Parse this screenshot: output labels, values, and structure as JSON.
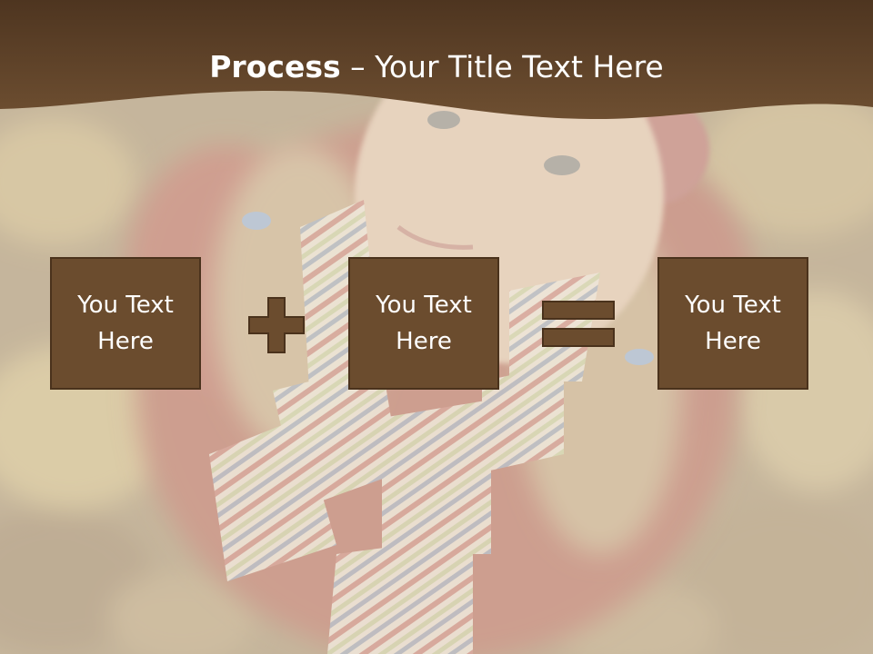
{
  "slide": {
    "title_bold": "Process",
    "title_rest": " – Your Title Text Here",
    "boxes": [
      {
        "text": "You Text Here"
      },
      {
        "text": "You Text Here"
      },
      {
        "text": "You Text Here"
      }
    ],
    "operators": [
      "plus-icon",
      "equals-icon"
    ],
    "colors": {
      "header": "#5e4128",
      "box_fill": "#6b4c2e",
      "box_border": "#4a321c",
      "text": "#ffffff"
    }
  }
}
